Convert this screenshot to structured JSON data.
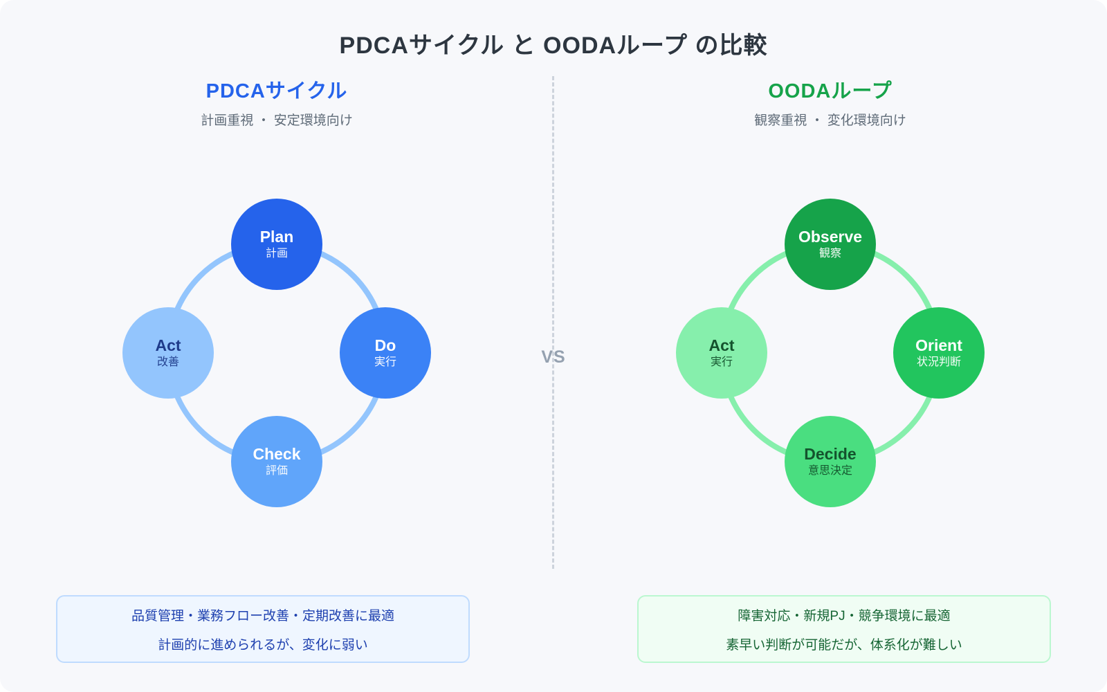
{
  "canvas": {
    "bg": "#f7f8fb"
  },
  "title": {
    "text": "PDCAサイクル と OODAループ の比較",
    "color": "#2d3640"
  },
  "vs": {
    "label": "VS",
    "color": "#95a1b0"
  },
  "divider_color": "#cdd3dc",
  "pdca": {
    "heading": "PDCAサイクル",
    "heading_color": "#2563eb",
    "subtitle": "計画重視 ・ 安定環境向け",
    "subtitle_color": "#5f6b78",
    "ring_color": "#93c5fd",
    "nodes": {
      "top": {
        "label": "Plan",
        "sub": "計画",
        "bg": "#2563eb",
        "fg": "#ffffff"
      },
      "right": {
        "label": "Do",
        "sub": "実行",
        "bg": "#3b82f6",
        "fg": "#ffffff"
      },
      "bottom": {
        "label": "Check",
        "sub": "評価",
        "bg": "#60a5fa",
        "fg": "#ffffff"
      },
      "left": {
        "label": "Act",
        "sub": "改善",
        "bg": "#93c5fd",
        "fg": "#1e3a8a"
      }
    },
    "note": {
      "line1": "品質管理・業務フロー改善・定期改善に最適",
      "line2": "計画的に進められるが、変化に弱い",
      "bg": "#eff6ff",
      "border": "#bfdbfe",
      "fg": "#1e40af"
    }
  },
  "ooda": {
    "heading": "OODAループ",
    "heading_color": "#16a34a",
    "subtitle": "観察重視 ・ 変化環境向け",
    "subtitle_color": "#5f6b78",
    "ring_color": "#86efac",
    "nodes": {
      "top": {
        "label": "Observe",
        "sub": "観察",
        "bg": "#16a34a",
        "fg": "#ffffff"
      },
      "right": {
        "label": "Orient",
        "sub": "状況判断",
        "bg": "#22c55e",
        "fg": "#ffffff"
      },
      "bottom": {
        "label": "Decide",
        "sub": "意思決定",
        "bg": "#4ade80",
        "fg": "#14532d"
      },
      "left": {
        "label": "Act",
        "sub": "実行",
        "bg": "#86efac",
        "fg": "#14532d"
      }
    },
    "note": {
      "line1": "障害対応・新規PJ・競争環境に最適",
      "line2": "素早い判断が可能だが、体系化が難しい",
      "bg": "#f0fdf4",
      "border": "#bbf7d0",
      "fg": "#166534"
    }
  }
}
